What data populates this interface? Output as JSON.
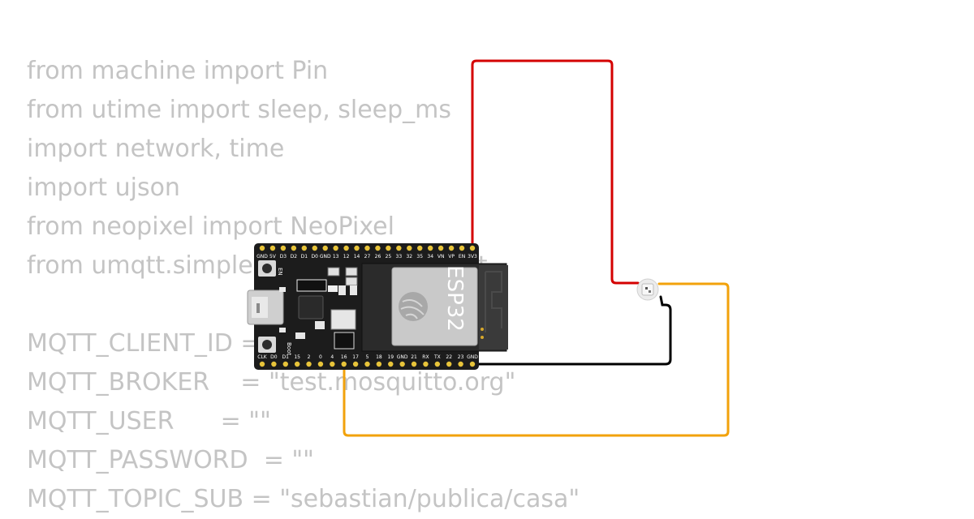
{
  "code_lines": [
    "from machine import Pin",
    "from utime import sleep, sleep_ms",
    "import network, time",
    "import ujson",
    "from neopixel import NeoPixel",
    "from umqtt.simple import MQTTClient",
    "",
    "MQTT_CLIENT_ID = \"sebastian_fago\"",
    "MQTT_BROKER    = \"test.mosquitto.org\"",
    "MQTT_USER      = \"\"",
    "MQTT_PASSWORD  = \"\"",
    "MQTT_TOPIC_SUB = \"sebastian/publica/casa\""
  ],
  "board": {
    "chip_label": "ESP32",
    "en_label": "EN",
    "boot_label": "Boot",
    "top_pins": [
      "GND",
      "5V",
      "D3",
      "D2",
      "D1",
      "D0",
      "GND",
      "13",
      "12",
      "14",
      "27",
      "26",
      "25",
      "33",
      "32",
      "35",
      "34",
      "VN",
      "VP",
      "EN",
      "3V3"
    ],
    "bottom_pins": [
      "CLK",
      "D0",
      "D1",
      "15",
      "2",
      "0",
      "4",
      "16",
      "17",
      "5",
      "18",
      "19",
      "GND",
      "21",
      "RX",
      "TX",
      "22",
      "23",
      "GND"
    ]
  },
  "wires": {
    "power_color": "#d40000",
    "ground_color": "#000000",
    "data_color": "#f2a20b"
  },
  "colors": {
    "background": "#ffffff",
    "code_text": "#c4c4c4",
    "board": "#1c1c1c",
    "pin_gold": "#e8c43a"
  }
}
